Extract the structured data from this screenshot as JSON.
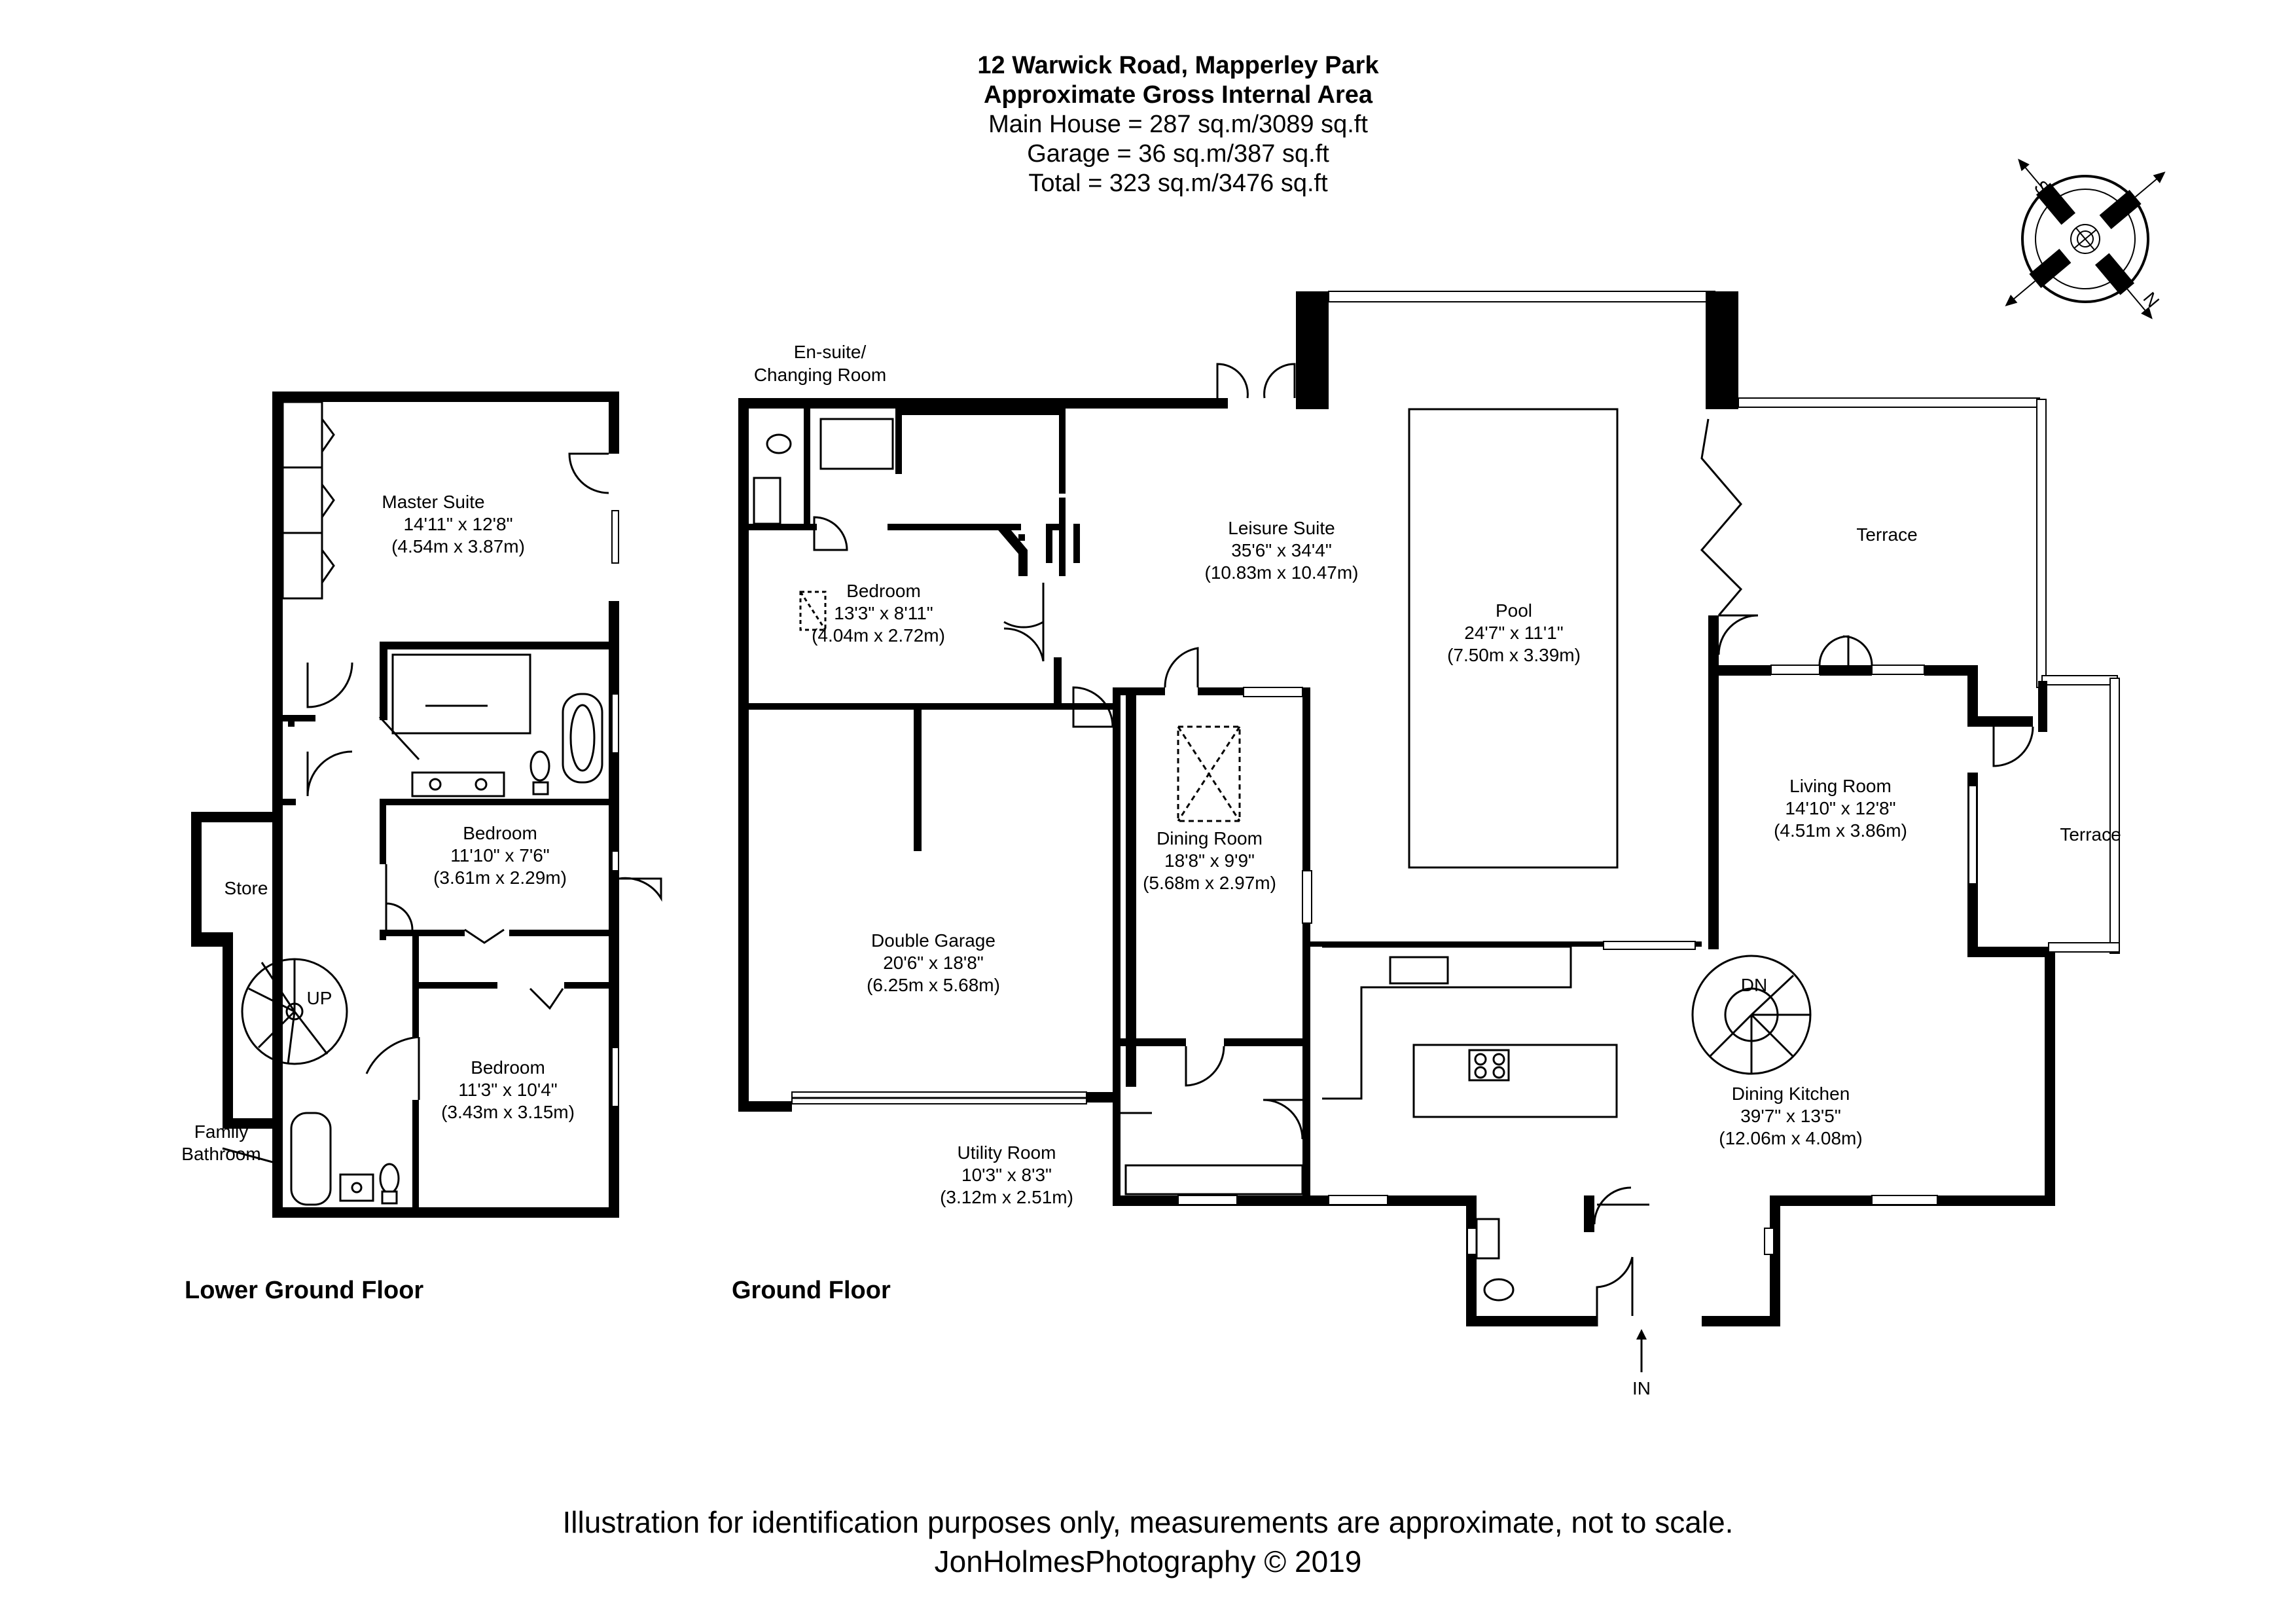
{
  "header": {
    "address": "12 Warwick Road, Mapperley Park",
    "subtitle": "Approximate Gross Internal Area",
    "main_house": "Main House = 287 sq.m/3089 sq.ft",
    "garage": "Garage = 36 sq.m/387 sq.ft",
    "total": "Total = 323 sq.m/3476 sq.ft"
  },
  "floors": {
    "lower": "Lower Ground Floor",
    "ground": "Ground Floor"
  },
  "rooms": {
    "master_suite": {
      "name": "Master Suite",
      "imperial": "14'11\" x 12'8\"",
      "metric": "(4.54m x 3.87m)"
    },
    "bedroom_lg1": {
      "name": "Bedroom",
      "imperial": "11'10\" x 7'6\"",
      "metric": "(3.61m x 2.29m)"
    },
    "bedroom_lg2": {
      "name": "Bedroom",
      "imperial": "11'3\" x 10'4\"",
      "metric": "(3.43m x 3.15m)"
    },
    "store": {
      "name": "Store"
    },
    "family_bathroom": {
      "line1": "Family",
      "line2": "Bathroom"
    },
    "up": "UP",
    "ensuite": {
      "line1": "En-suite/",
      "line2": "Changing Room"
    },
    "bedroom_g": {
      "name": "Bedroom",
      "imperial": "13'3\" x 8'11\"",
      "metric": "(4.04m x 2.72m)"
    },
    "double_garage": {
      "name": "Double Garage",
      "imperial": "20'6\" x 18'8\"",
      "metric": "(6.25m x 5.68m)"
    },
    "leisure_suite": {
      "name": "Leisure Suite",
      "imperial": "35'6\" x 34'4\"",
      "metric": "(10.83m x 10.47m)"
    },
    "pool": {
      "name": "Pool",
      "imperial": "24'7\" x 11'1\"",
      "metric": "(7.50m x 3.39m)"
    },
    "dining_room": {
      "name": "Dining Room",
      "imperial": "18'8\" x 9'9\"",
      "metric": "(5.68m x 2.97m)"
    },
    "utility_room": {
      "name": "Utility Room",
      "imperial": "10'3\" x 8'3\"",
      "metric": "(3.12m x 2.51m)"
    },
    "terrace_top": {
      "name": "Terrace"
    },
    "terrace_right": {
      "name": "Terrace"
    },
    "living_room": {
      "name": "Living Room",
      "imperial": "14'10\" x 12'8\"",
      "metric": "(4.51m x 3.86m)"
    },
    "dining_kitchen": {
      "name": "Dining Kitchen",
      "imperial": "39'7\" x 13'5\"",
      "metric": "(12.06m x 4.08m)"
    },
    "dn": "DN",
    "in": "IN"
  },
  "compass": {
    "s": "S",
    "n": "N"
  },
  "footer": {
    "disclaimer": "Illustration for identification purposes only, measurements are approximate, not to scale.",
    "credit": "JonHolmesPhotography © 2019"
  }
}
